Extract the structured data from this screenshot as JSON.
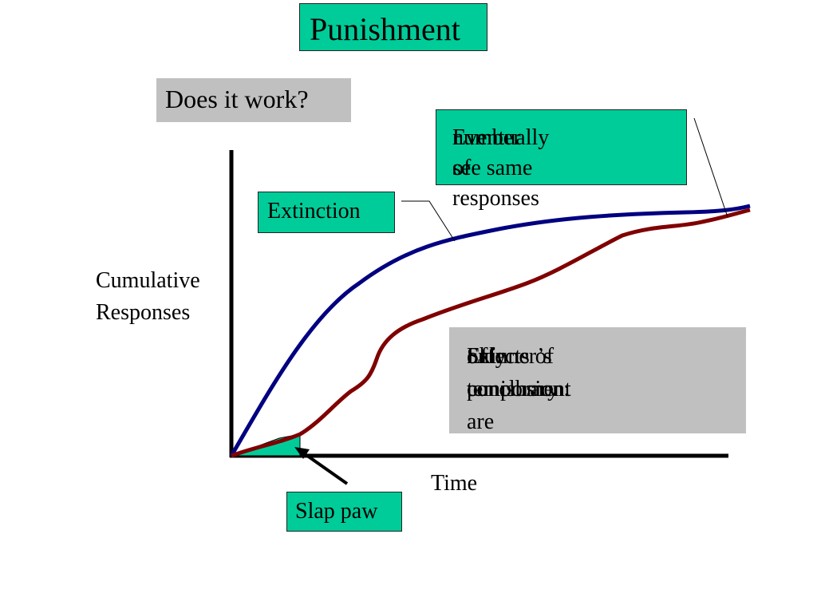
{
  "title": "Punishment",
  "question": "Does it work?",
  "callouts": {
    "eventually": [
      "Eventually see same",
      "number of responses"
    ],
    "extinction": "Extinction",
    "conclusion": [
      "Skinner’s conclusion:",
      "Effects of punishment are",
      "only temporary"
    ],
    "slap": "Slap paw"
  },
  "axes": {
    "ylabel": [
      "Cumulative",
      "Responses"
    ],
    "xlabel": "Time"
  },
  "curves": {
    "extinction_color": "#000080",
    "punished_color": "#800000"
  },
  "colors": {
    "callout_green": "#00cc99",
    "callout_gray": "#c0c0c0"
  }
}
